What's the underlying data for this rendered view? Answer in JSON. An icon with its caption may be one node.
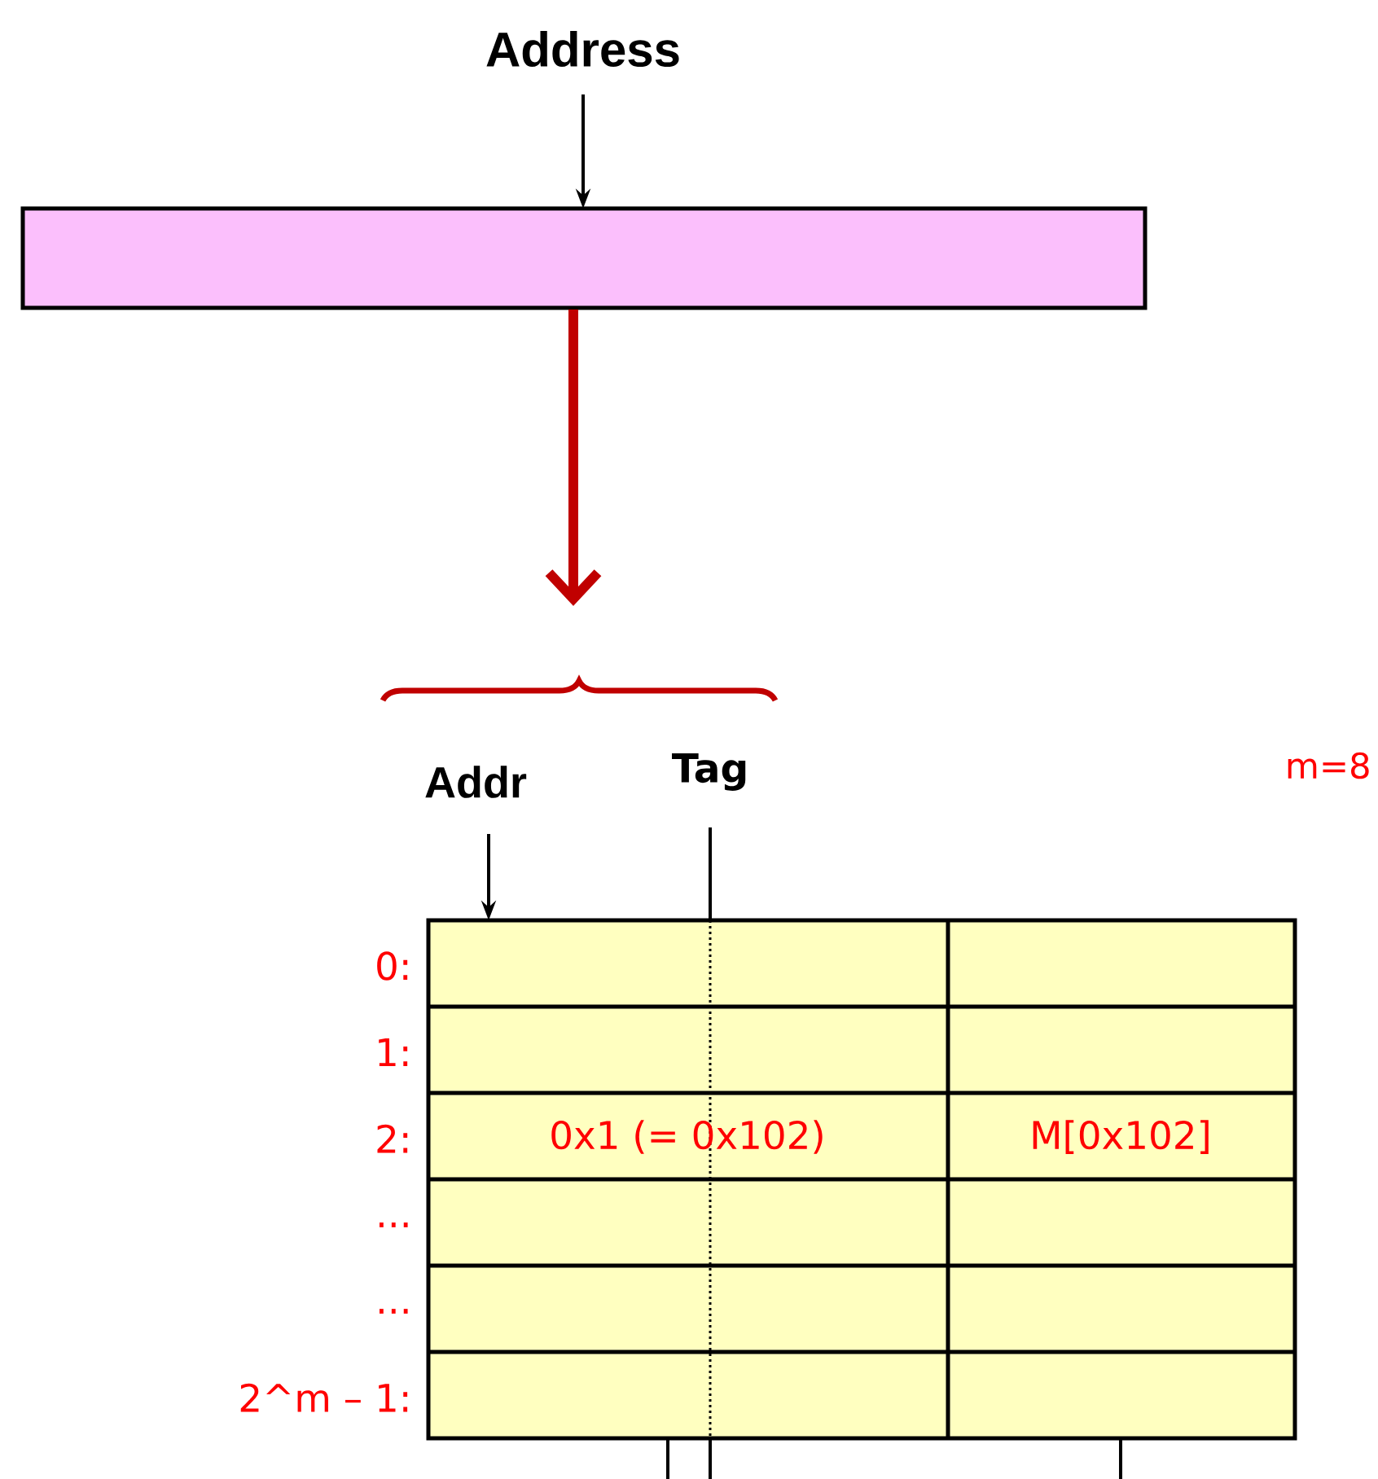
{
  "diagram": {
    "nodes": [
      {
        "text": [
          "Address"
        ]
      },
      {
        "text": [],
        "shape": "box"
      },
      {
        "text": [
          "Addr"
        ]
      },
      {
        "text": [
          "Tag"
        ]
      },
      {
        "text": [],
        "shape": "box"
      },
      {
        "text": [
          "0x1 (= 0x102)"
        ],
        "in": 4
      },
      {
        "text": [
          "M[0x102]"
        ],
        "in": 4
      }
    ],
    "edges": [
      {
        "from": 0,
        "to": 1,
        "arrow": "to"
      },
      {
        "from": 1,
        "to": null,
        "arrow": "to",
        "style": "thick",
        "color": "#c00000"
      },
      {
        "from": 2,
        "to": 4,
        "arrow": "to"
      },
      {
        "from": 3,
        "to": 4,
        "arrow": "none"
      },
      {
        "from": 4,
        "to": null,
        "arrow": "none"
      },
      {
        "from": 4,
        "to": null,
        "arrow": "none"
      },
      {
        "from": 4,
        "to": null,
        "arrow": "none"
      }
    ],
    "labels": [
      "m=8",
      "0:",
      "1:",
      "2:",
      "...",
      "...",
      "2^m – 1:"
    ]
  }
}
